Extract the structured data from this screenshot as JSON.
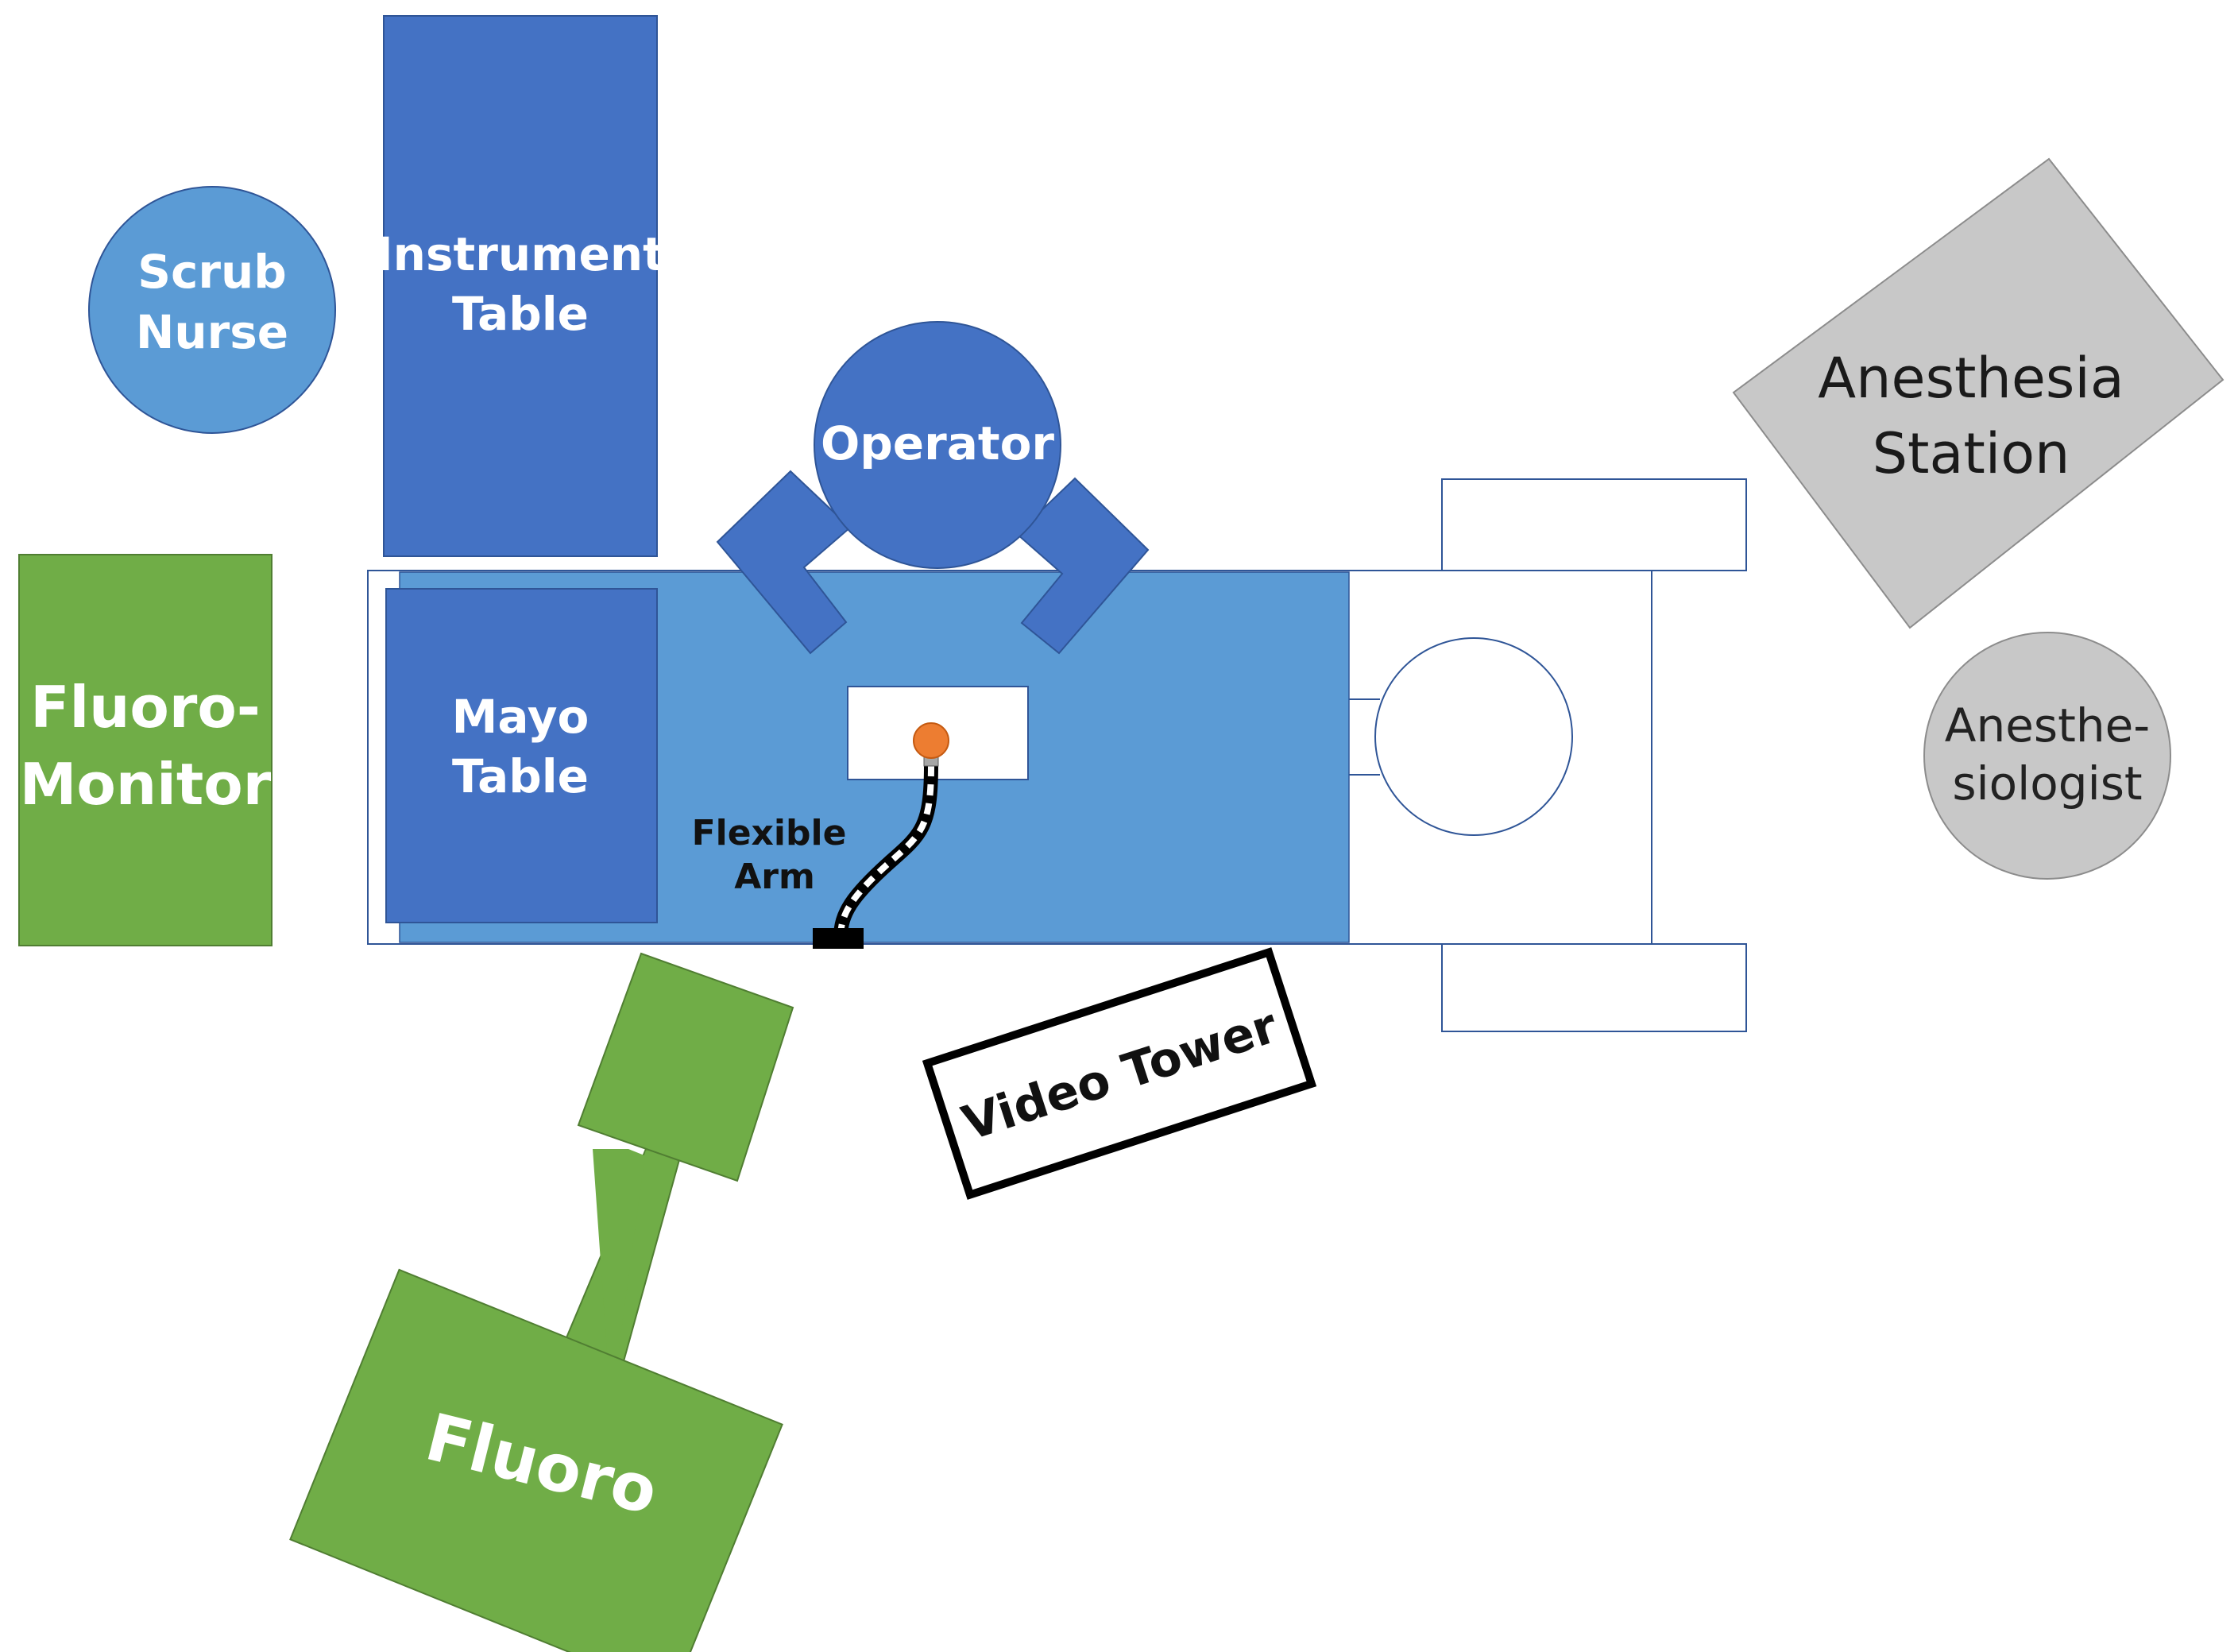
{
  "colors": {
    "blue_dark": "#4472c4",
    "blue_light": "#5b9bd5",
    "green": "#70ad47",
    "gray": "#c8c8c8",
    "orange": "#ed7d31",
    "outline_blue": "#2f5597",
    "black": "#000000",
    "white": "#ffffff"
  },
  "labels": {
    "scrub_nurse": [
      "Scrub",
      "Nurse"
    ],
    "instrument_table": [
      "Instrument",
      "Table"
    ],
    "operator": "Operator",
    "anesthesia_station": [
      "Anesthesia",
      "Station"
    ],
    "fluoro_monitor": [
      "Fluoro-",
      "Monitor"
    ],
    "mayo_table": [
      "Mayo",
      "Table"
    ],
    "flexible_arm": [
      "Flexible",
      "Arm"
    ],
    "anesthesiologist": [
      "Anesthe-",
      "siologist"
    ],
    "video_tower": "Video Tower",
    "fluoro": "Fluoro"
  }
}
